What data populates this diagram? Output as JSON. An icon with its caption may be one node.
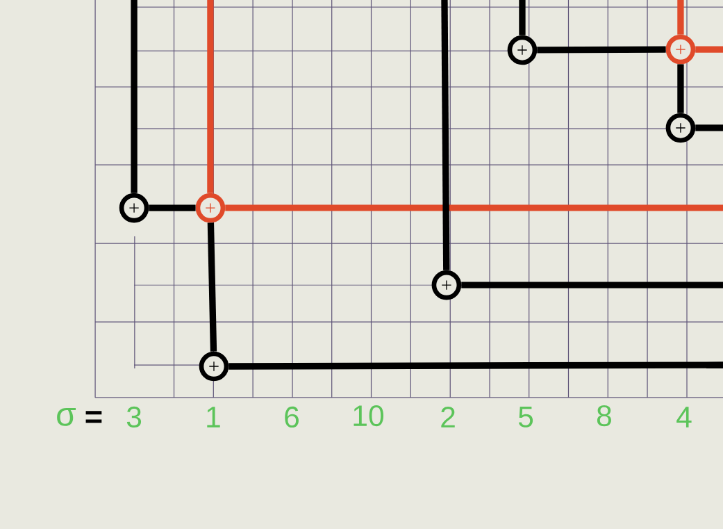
{
  "diagram": {
    "nodes": [
      {
        "text": [],
        "shape": "circle"
      },
      {
        "text": [],
        "shape": "circle"
      },
      {
        "text": [],
        "shape": "circle"
      },
      {
        "text": [],
        "shape": "circle"
      },
      {
        "text": [],
        "shape": "circle"
      },
      {
        "text": [],
        "shape": "circle"
      },
      {
        "text": [],
        "shape": "circle"
      }
    ],
    "edges": [
      {
        "from": null,
        "to": 0,
        "arrow": "none"
      },
      {
        "from": 0,
        "to": 1,
        "arrow": "none"
      },
      {
        "from": null,
        "to": 1,
        "arrow": "none",
        "color": "#e04a2a"
      },
      {
        "from": 1,
        "to": null,
        "arrow": "none",
        "color": "#e04a2a"
      },
      {
        "from": 1,
        "to": 2,
        "arrow": "none"
      },
      {
        "from": 2,
        "to": null,
        "arrow": "none"
      },
      {
        "from": null,
        "to": 3,
        "arrow": "none"
      },
      {
        "from": 3,
        "to": 4,
        "arrow": "none"
      },
      {
        "from": null,
        "to": 4,
        "arrow": "none",
        "color": "#e04a2a"
      },
      {
        "from": 4,
        "to": null,
        "arrow": "none",
        "color": "#e04a2a"
      },
      {
        "from": 4,
        "to": 6,
        "arrow": "none"
      },
      {
        "from": 6,
        "to": null,
        "arrow": "none"
      },
      {
        "from": null,
        "to": 5,
        "arrow": "none"
      },
      {
        "from": 5,
        "to": null,
        "arrow": "none"
      }
    ],
    "labels": [
      "σ",
      "=",
      "3",
      "1",
      "6",
      "10",
      "2",
      "5",
      "8",
      "4"
    ]
  }
}
